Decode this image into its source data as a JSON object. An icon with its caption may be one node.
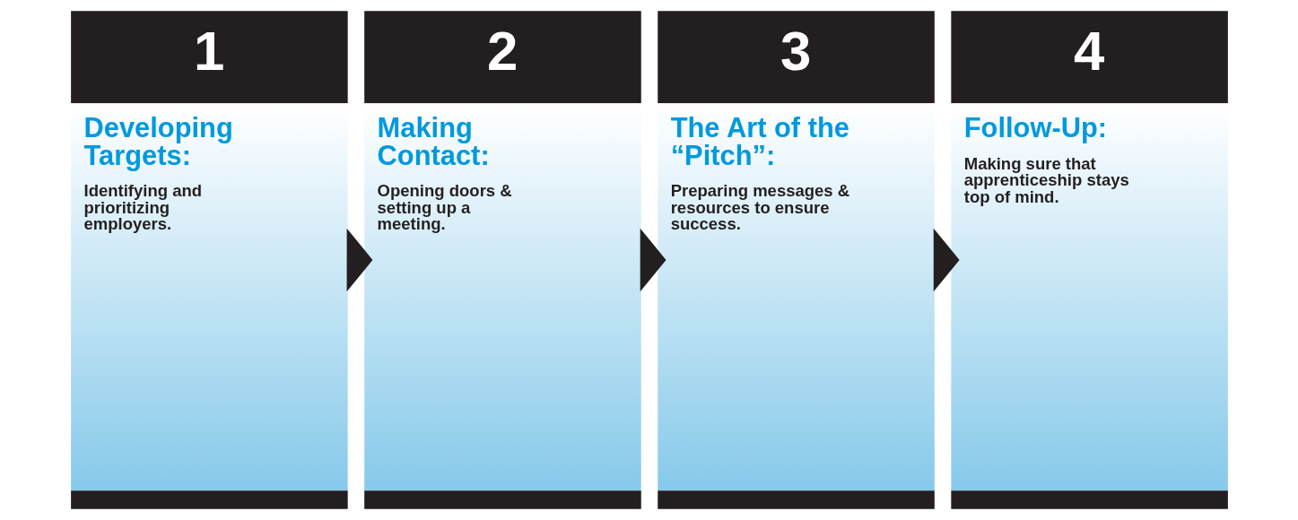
{
  "diagram": {
    "nodes": [
      {
        "text": [
          "1",
          "Developing Targets:",
          "Identifying and prioritizing employers."
        ]
      },
      {
        "text": [
          "2",
          "Making Contact:",
          "Opening doors & setting up a meeting."
        ]
      },
      {
        "text": [
          "3",
          "The Art of the “Pitch”:",
          "Preparing messages & resources to ensure success."
        ]
      },
      {
        "text": [
          "4",
          "Follow-Up:",
          "Making sure that apprenticeship stays top of mind."
        ]
      }
    ],
    "edges": [
      {
        "from": 0,
        "to": 1,
        "arrow": "to",
        "style": "thick"
      },
      {
        "from": 1,
        "to": 2,
        "arrow": "to",
        "style": "thick"
      },
      {
        "from": 2,
        "to": 3,
        "arrow": "to",
        "style": "thick"
      }
    ]
  }
}
